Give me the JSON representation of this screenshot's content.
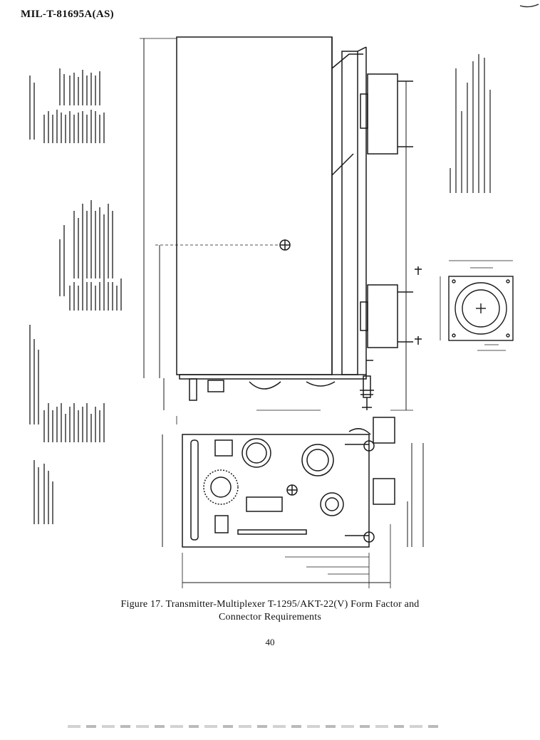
{
  "header": {
    "spec_number": "MIL-T-81695A(AS)"
  },
  "figure": {
    "caption_line1": "Figure 17.   Transmitter-Multiplexer T-1295/AKT-22(V) Form Factor and",
    "caption_line2": "Connector Requirements"
  },
  "page": {
    "number": "40"
  }
}
